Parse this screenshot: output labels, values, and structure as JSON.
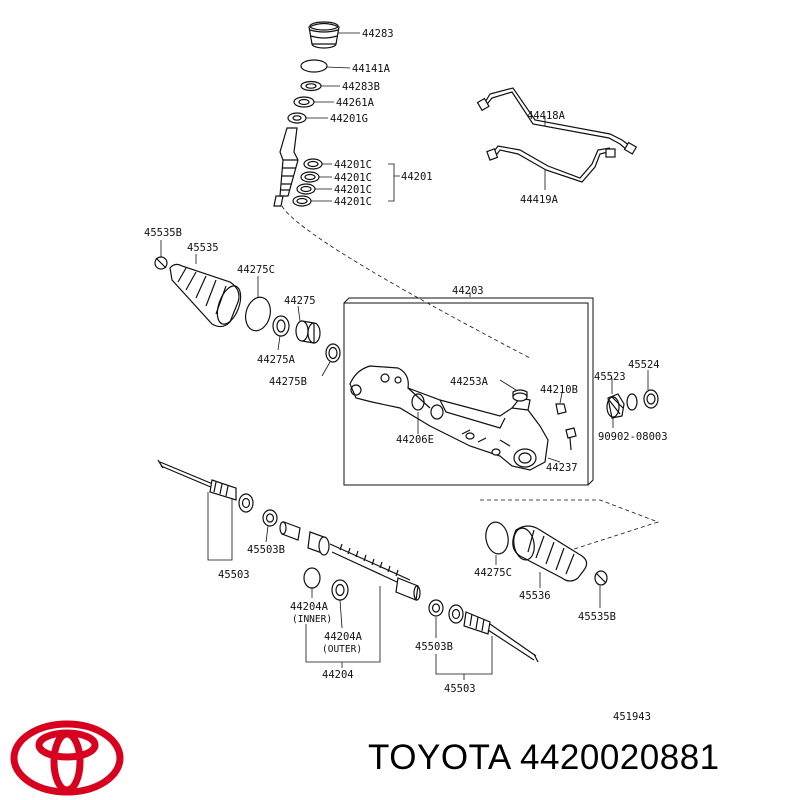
{
  "brand": "TOYOTA",
  "part_number": "4420020881",
  "figure_number": "451943",
  "brand_color": "#d8001f",
  "labels": {
    "l44283": "44283",
    "l44141a": "44141A",
    "l44283b": "44283B",
    "l44261a": "44261A",
    "l44201g": "44201G",
    "l44201c_1": "44201C",
    "l44201c_2": "44201C",
    "l44201c_3": "44201C",
    "l44201c_4": "44201C",
    "l44201": "44201",
    "l44418a": "44418A",
    "l44419a": "44419A",
    "l45535b_top": "45535B",
    "l45535": "45535",
    "l44275c_top": "44275C",
    "l44275": "44275",
    "l44275a": "44275A",
    "l44275b": "44275B",
    "l44203": "44203",
    "l44253a": "44253A",
    "l44210b": "44210B",
    "l45523": "45523",
    "l45524": "45524",
    "l90902": "90902-08003",
    "l44206e": "44206E",
    "l44237": "44237",
    "l45503b_left": "45503B",
    "l45503_left": "45503",
    "l44204a_inner": "44204A",
    "l_inner": "(INNER)",
    "l44204a_outer": "44204A",
    "l_outer": "(OUTER)",
    "l44204": "44204",
    "l45503b_right": "45503B",
    "l45503_right": "45503",
    "l44275c_bottom": "44275C",
    "l45536": "45536",
    "l45535b_bottom": "45535B"
  }
}
